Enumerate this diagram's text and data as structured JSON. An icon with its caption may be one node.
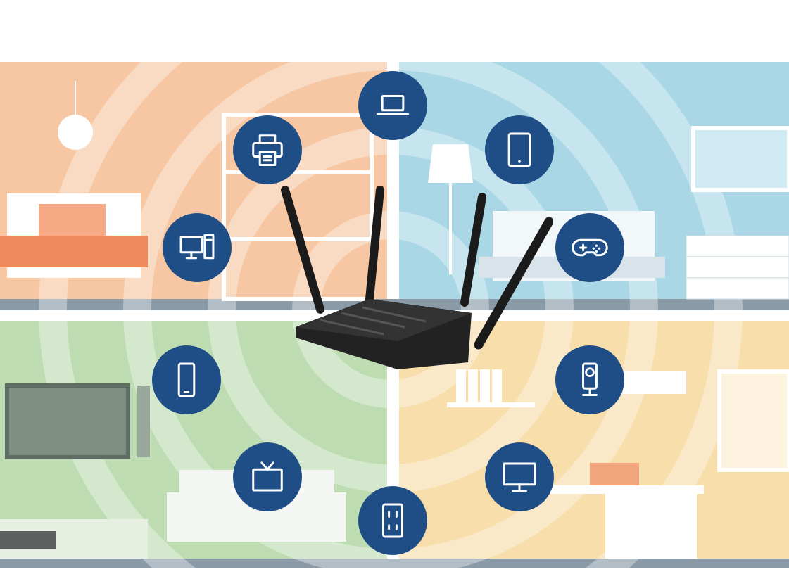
{
  "diagram": {
    "nodes": [
      {
        "text": [],
        "shape": "circle"
      },
      {
        "text": [],
        "shape": "circle"
      },
      {
        "text": [],
        "shape": "circle"
      },
      {
        "text": [],
        "shape": "circle"
      },
      {
        "text": [],
        "shape": "circle"
      },
      {
        "text": [],
        "shape": "picture"
      },
      {
        "text": [],
        "shape": "circle"
      },
      {
        "text": [],
        "shape": "circle"
      },
      {
        "text": [],
        "shape": "circle"
      },
      {
        "text": [],
        "shape": "circle"
      },
      {
        "text": [],
        "shape": "circle"
      }
    ]
  }
}
